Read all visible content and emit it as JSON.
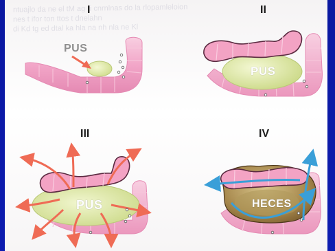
{
  "bleed_text": [
    "ntuajlo da ne el tM ag ri cnrnlnas do la rlopamleloion",
    "nes t ifor ton ttos t dnelahn",
    "di Kd tg ed dtal ka hla na nh nla ne Kl"
  ],
  "panels": [
    {
      "numeral": "I",
      "label": "PUS"
    },
    {
      "numeral": "II",
      "label": "PUS"
    },
    {
      "numeral": "III",
      "label": "PUS"
    },
    {
      "numeral": "IV",
      "label": "HECES"
    }
  ],
  "colors": {
    "background": "#0b1aa6",
    "colon_pink": "#f2a6c8",
    "colon_dark": "#c7618f",
    "abscess_green": "#dfe9a8",
    "feces_brown": "#8a6a3a",
    "arrow_red": "#ef6b55",
    "arrow_blue": "#3a9fd8"
  }
}
